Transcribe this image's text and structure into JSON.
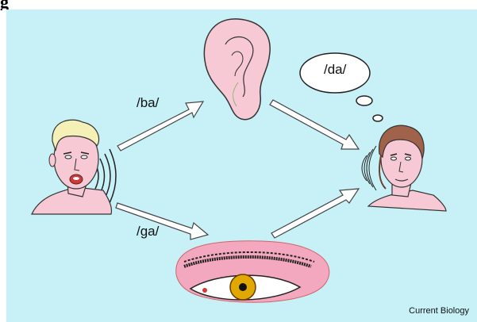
{
  "header": {
    "caption_fragment": "g"
  },
  "labels": {
    "audio_syllable": "/ba/",
    "visual_syllable": "/ga/",
    "perceived_syllable": "/da/"
  },
  "credit": "Current Biology",
  "colors": {
    "background": "#c7f1f7",
    "skin": "#f7c9d4",
    "arrow_fill": "#ffffff",
    "iris": "#e0a800"
  },
  "icons": [
    "speaker-face",
    "ear",
    "eye",
    "listener-face",
    "thought-bubble",
    "sound-waves"
  ]
}
